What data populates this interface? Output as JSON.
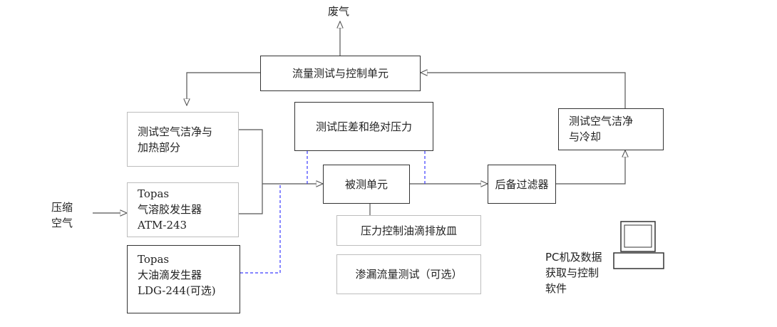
{
  "labels": {
    "exhaust": "废气",
    "compressed_air": [
      "压缩",
      "空气"
    ],
    "pc_software": [
      "PC机及数据",
      "获取与控制",
      "软件"
    ]
  },
  "boxes": {
    "flow_control": "流量测试与控制单元",
    "clean_heat": [
      "测试空气洁净与",
      "加热部分"
    ],
    "pressure_test": "测试压差和绝对压力",
    "clean_cool": [
      "测试空气洁净",
      "与冷却"
    ],
    "aerosol_gen": [
      "Topas",
      "气溶胶发生器",
      "ATM-243"
    ],
    "unit_under_test": "被测单元",
    "backup_filter": "后备过滤器",
    "oil_tray": "压力控制油滴排放皿",
    "droplet_gen": [
      "Topas",
      "大油滴发生器",
      "LDG-244(可选)"
    ],
    "leak_test": "渗漏流量测试（可选）"
  },
  "icons": {
    "computer": "computer-icon"
  },
  "colors": {
    "line": "#555555",
    "dashed": "#3a3aff",
    "box_dark": "#333333",
    "box_light": "#bdbdbd"
  }
}
